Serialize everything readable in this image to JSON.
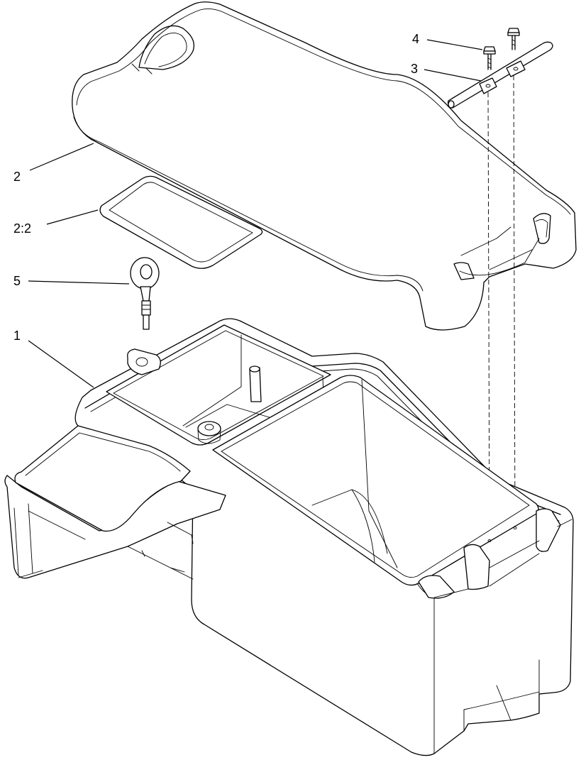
{
  "callouts": [
    {
      "id": "c1",
      "label": "1"
    },
    {
      "id": "c2",
      "label": "2"
    },
    {
      "id": "c22",
      "label": "2:2"
    },
    {
      "id": "c3",
      "label": "3"
    },
    {
      "id": "c4",
      "label": "4"
    },
    {
      "id": "c5",
      "label": "5"
    }
  ]
}
